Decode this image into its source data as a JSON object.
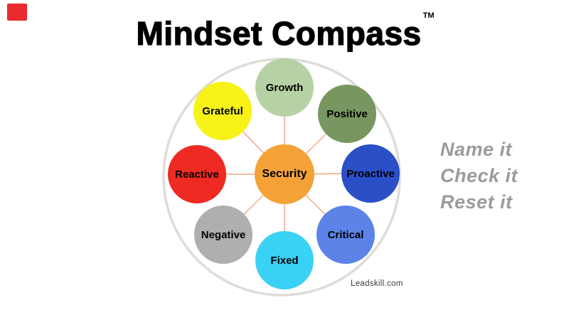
{
  "brand_square": {
    "color": "#ea2a2d"
  },
  "title": {
    "text": "Mindset Compass",
    "trademark": "TM"
  },
  "diagram": {
    "center_node": {
      "label": "Security",
      "color": "#f4a238"
    },
    "nodes": [
      {
        "label": "Growth",
        "color": "#b6d2a5",
        "position": "top"
      },
      {
        "label": "Positive",
        "color": "#78965f",
        "position": "top-right"
      },
      {
        "label": "Proactive",
        "color": "#2b4fc7",
        "position": "right"
      },
      {
        "label": "Critical",
        "color": "#5c83e8",
        "position": "bottom-right"
      },
      {
        "label": "Fixed",
        "color": "#39d1f4",
        "position": "bottom"
      },
      {
        "label": "Negative",
        "color": "#b1afad",
        "position": "bottom-left"
      },
      {
        "label": "Reactive",
        "color": "#ee2a23",
        "position": "left"
      },
      {
        "label": "Grateful",
        "color": "#f8f216",
        "position": "top-left"
      }
    ],
    "outer_ring_color": "#dfdcd7",
    "connector_color": "#f0946a"
  },
  "side_text": {
    "lines": [
      "Name it",
      "Check it",
      "Reset it"
    ],
    "color": "#9b9b9b"
  },
  "footer": {
    "text": "Leadskill.com"
  }
}
